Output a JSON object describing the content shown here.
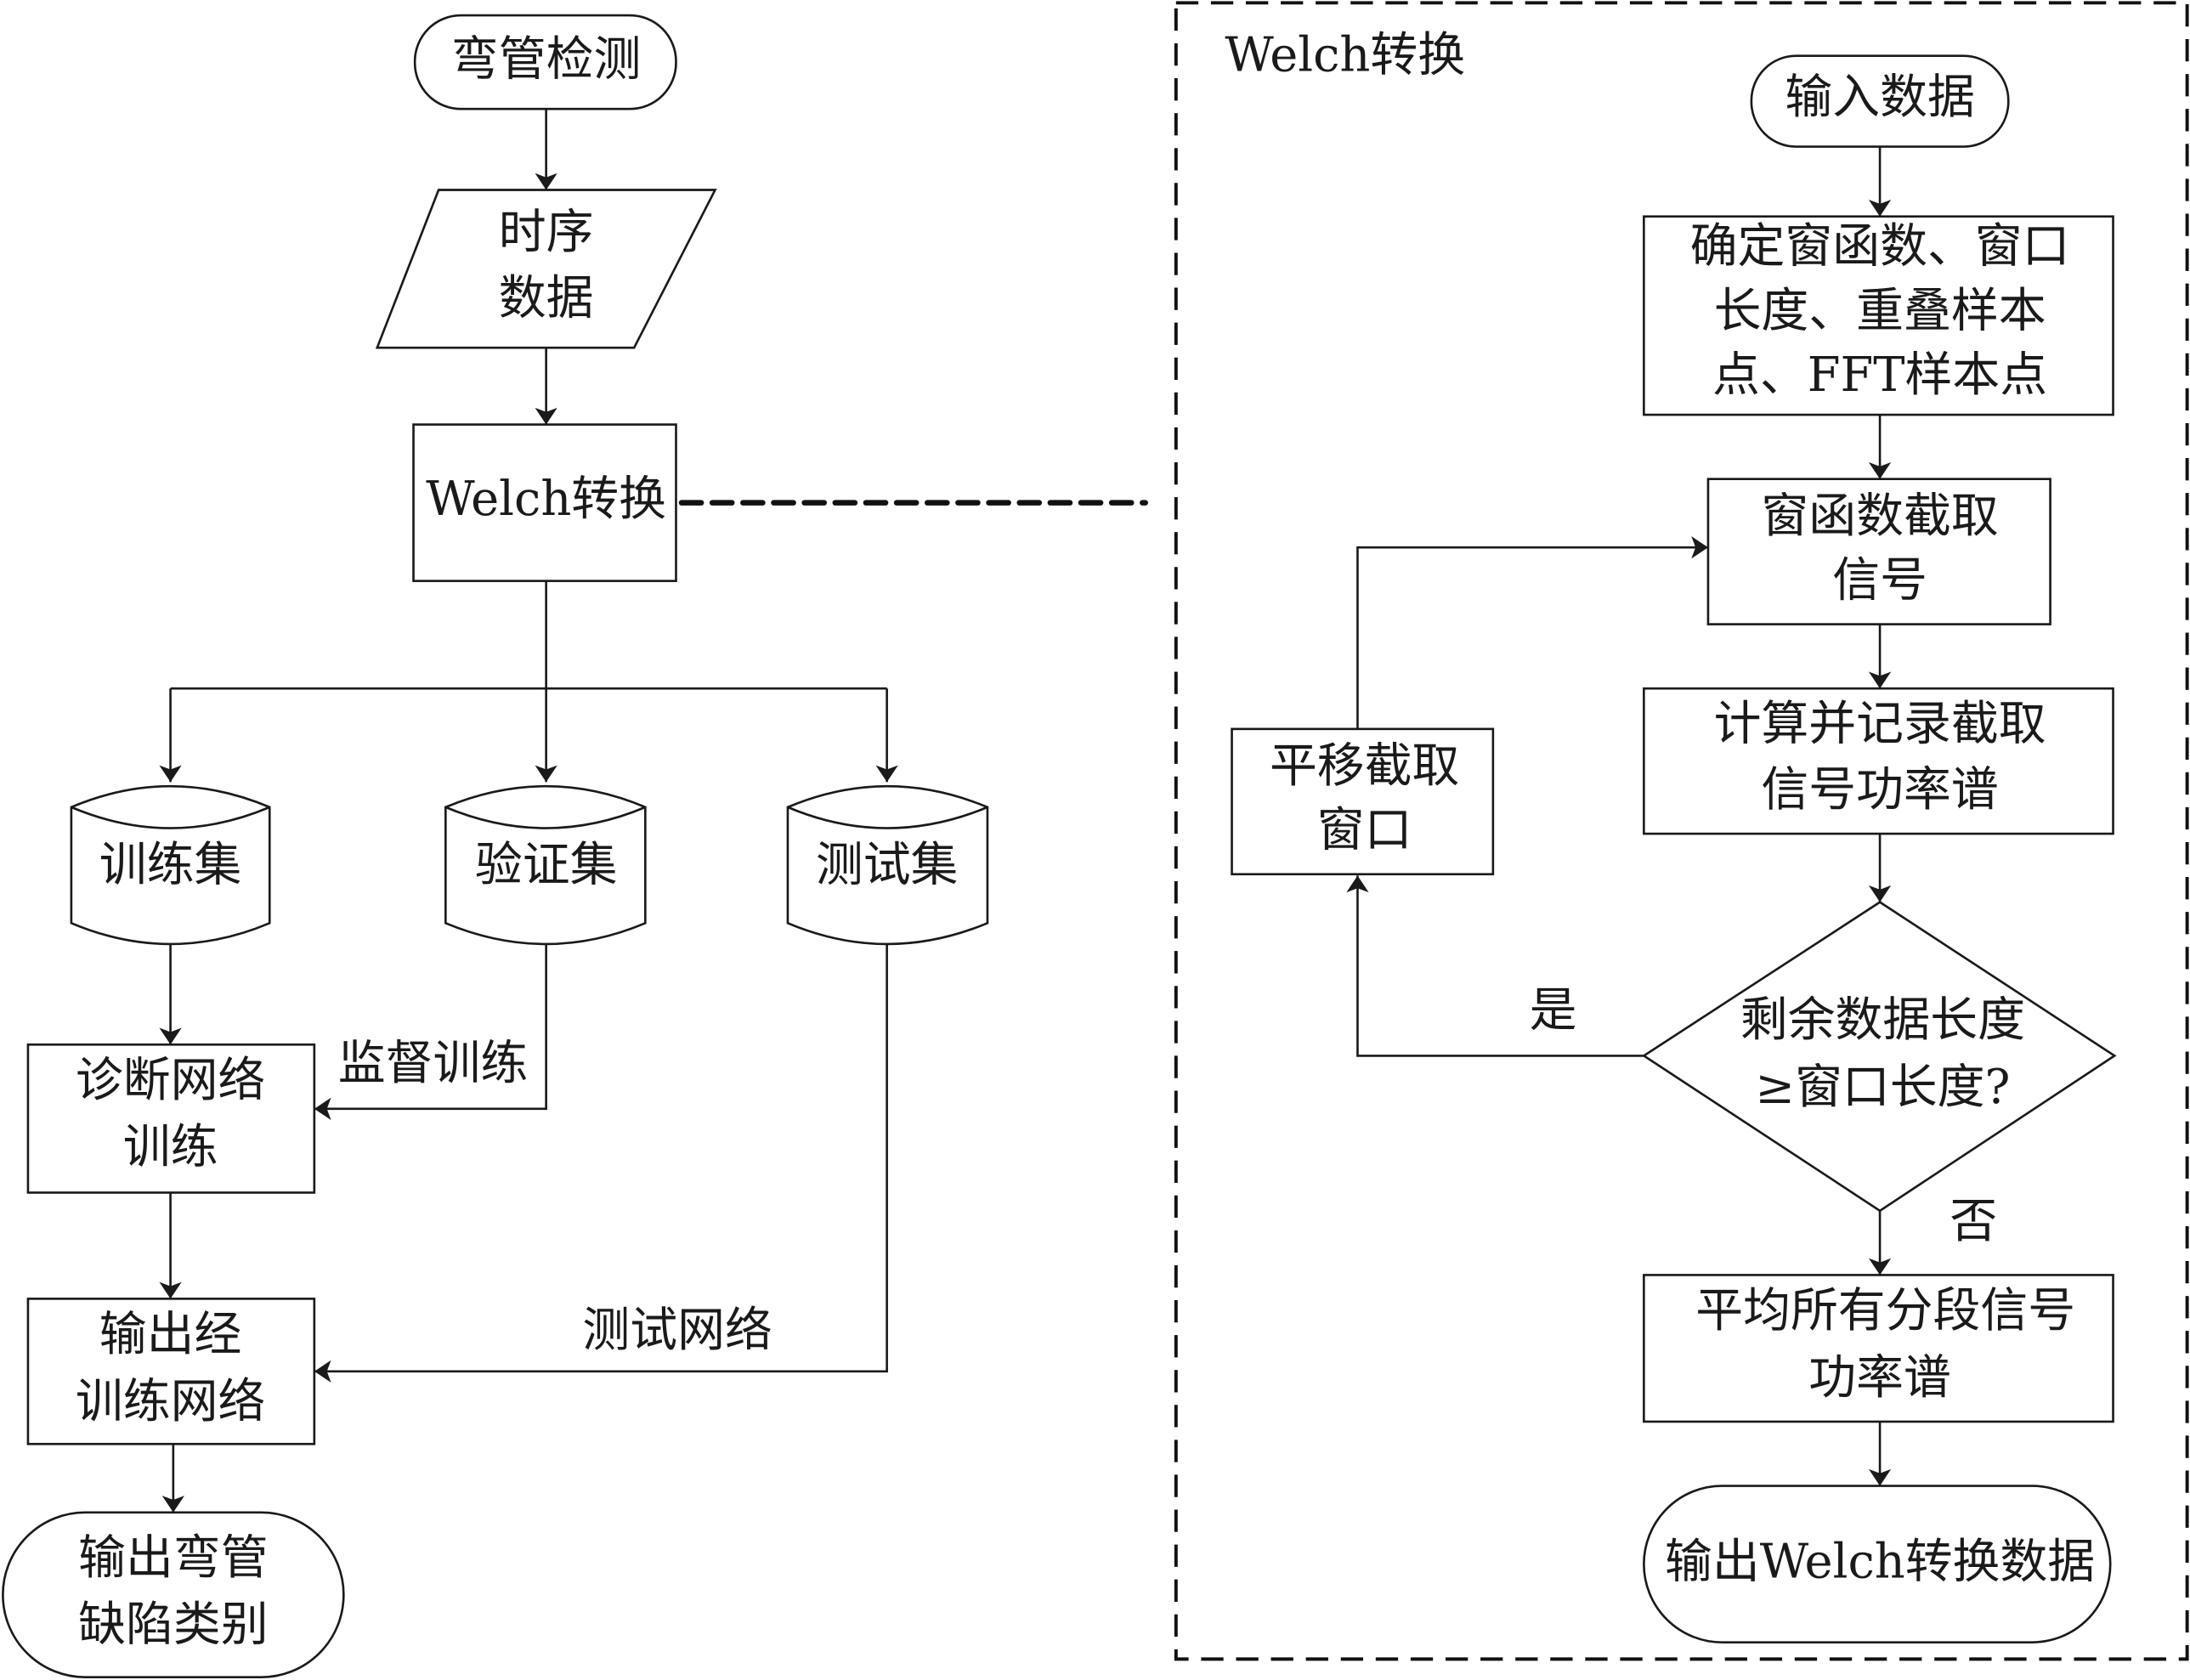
{
  "diagram": {
    "left": {
      "start": "弯管检测",
      "input_data": [
        "时序",
        "数据"
      ],
      "welch": "Welch转换",
      "train_set": "训练集",
      "val_set": "验证集",
      "test_set": "测试集",
      "train_net": [
        "诊断网络",
        "训练"
      ],
      "supervise_label": "监督训练",
      "output_net": [
        "输出经",
        "训练网络"
      ],
      "test_label": "测试网络",
      "end": [
        "输出弯管",
        "缺陷类别"
      ]
    },
    "right": {
      "frame_title": "Welch转换",
      "start": "输入数据",
      "params": [
        "确定窗函数、窗口",
        "长度、重叠样本",
        "点、FFT样本点"
      ],
      "window_cut": [
        "窗函数截取",
        "信号"
      ],
      "compute": [
        "计算并记录截取",
        "信号功率谱"
      ],
      "decision": [
        "剩余数据长度",
        "≥窗口长度?"
      ],
      "yes_label": "是",
      "no_label": "否",
      "shift": [
        "平移截取",
        "窗口"
      ],
      "average": [
        "平均所有分段信号",
        "功率谱"
      ],
      "end": "输出Welch转换数据"
    }
  }
}
